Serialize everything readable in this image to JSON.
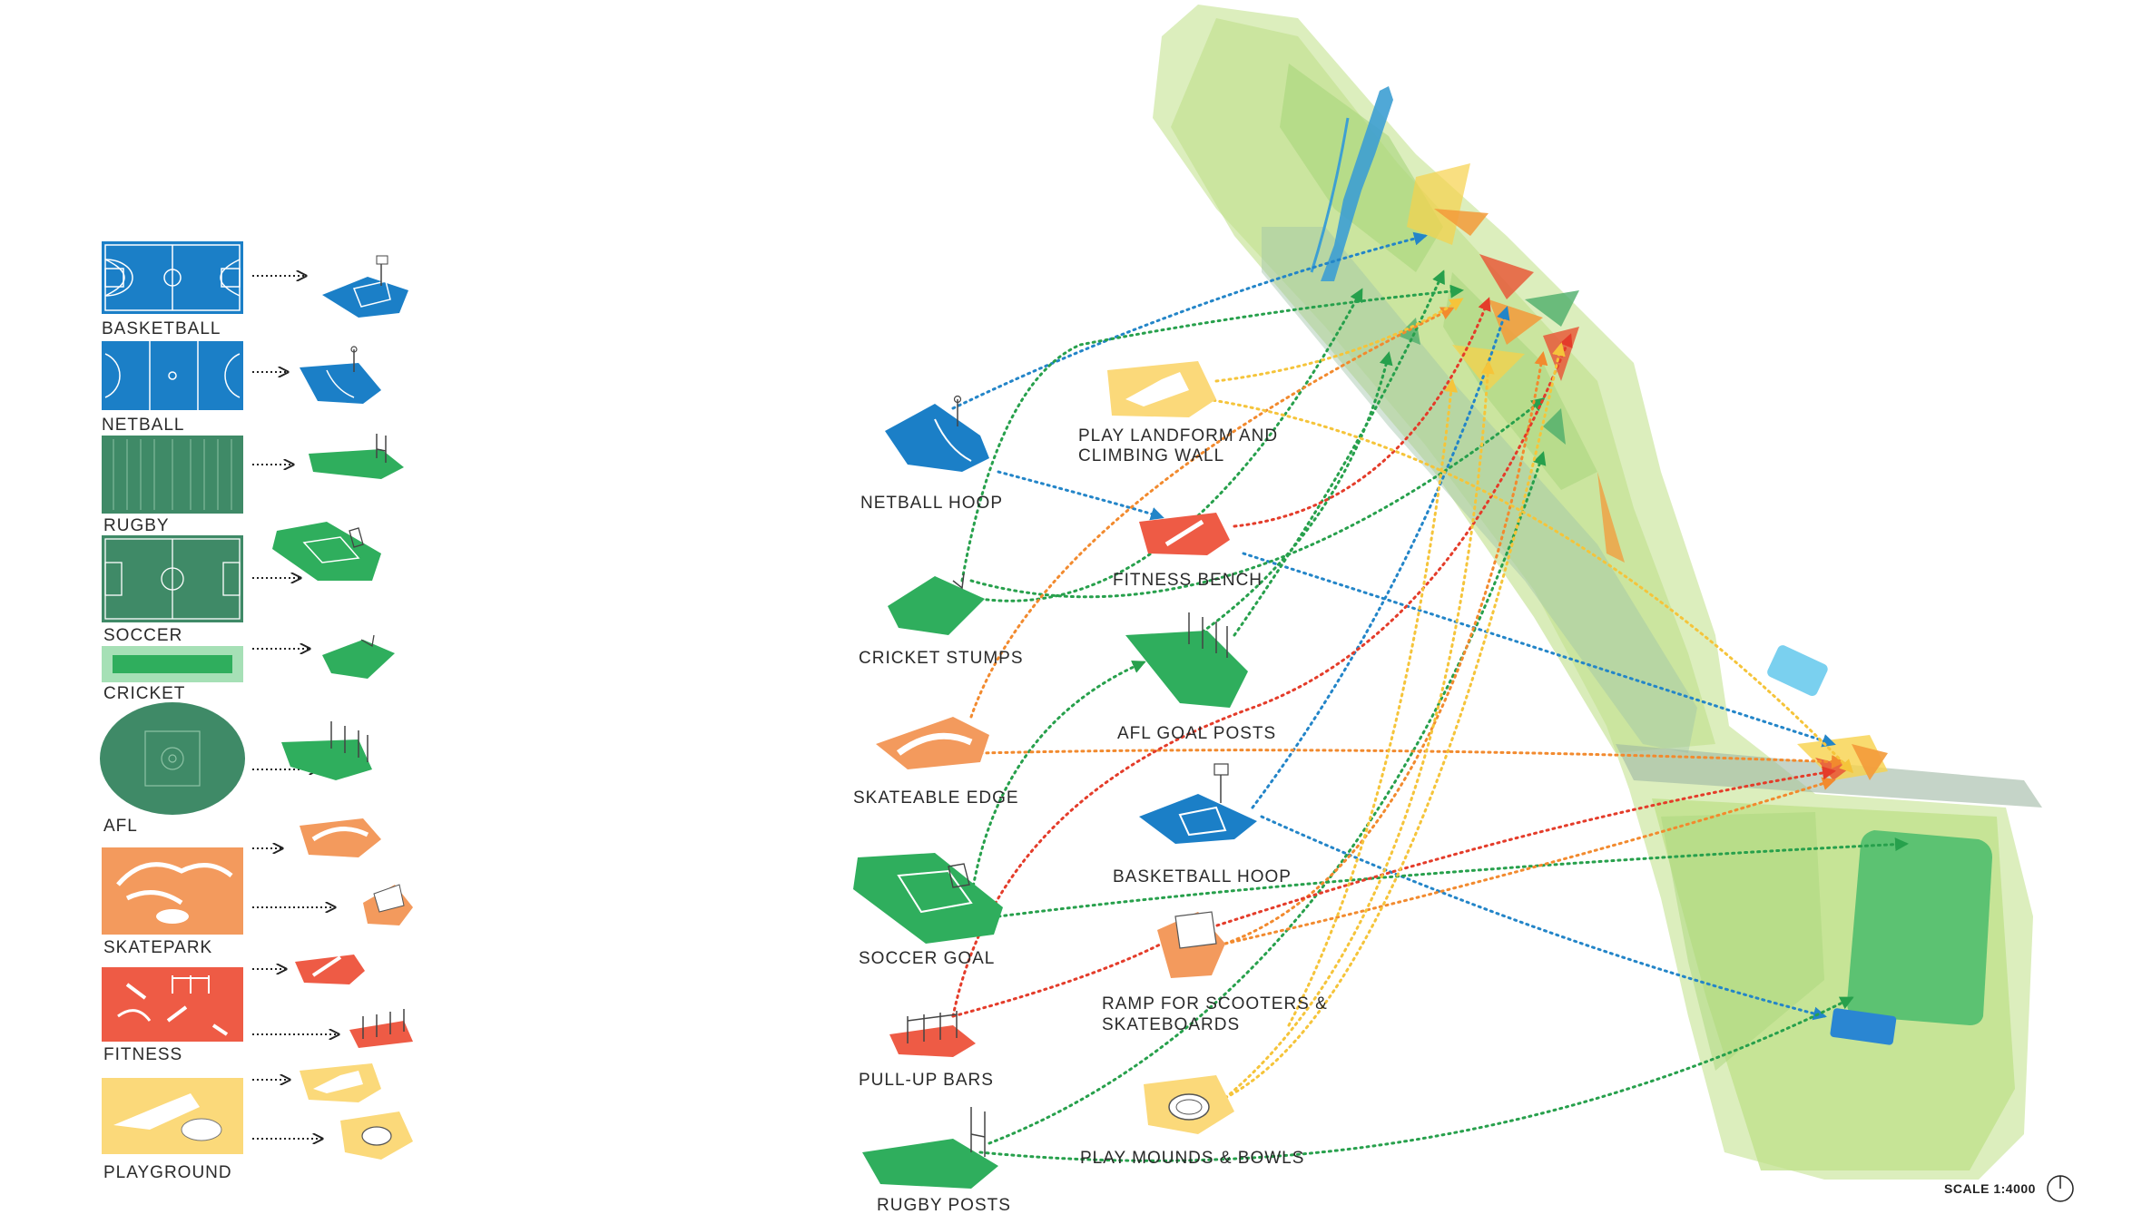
{
  "legend": {
    "basketball": "BASKETBALL",
    "netball": "NETBALL",
    "rugby": "RUGBY",
    "soccer": "SOCCER",
    "cricket": "CRICKET",
    "afl": "AFL",
    "skatepark": "SKATEPARK",
    "fitness": "FITNESS",
    "playground": "PLAYGROUND"
  },
  "elements": {
    "netball_hoop": "NETBALL HOOP",
    "play_landform_1": "PLAY LANDFORM AND",
    "play_landform_2": "CLIMBING WALL",
    "fitness_bench": "FITNESS BENCH",
    "cricket_stumps": "CRICKET STUMPS",
    "afl_goal_posts": "AFL GOAL POSTS",
    "skateable_edge": "SKATEABLE EDGE",
    "basketball_hoop": "BASKETBALL HOOP",
    "soccer_goal": "SOCCER GOAL",
    "ramp_1": "RAMP FOR SCOOTERS &",
    "ramp_2": "SKATEBOARDS",
    "pull_up_bars": "PULL-UP BARS",
    "play_mounds": "PLAY MOUNDS & BOWLS",
    "rugby_posts": "RUGBY POSTS"
  },
  "scale": "SCALE 1:4000",
  "colors": {
    "blue": "#1b7fc7",
    "green": "#2fae5d",
    "dark_green": "#3f8a67",
    "orange": "#f39a5d",
    "red": "#ee5b45",
    "yellow": "#fbd97a",
    "park": "#c6e29a",
    "dot_blue": "#2385c8",
    "dot_green": "#27a04c",
    "dot_orange": "#f28a2e",
    "dot_red": "#e43c2a",
    "dot_yellow": "#f5c43a"
  }
}
